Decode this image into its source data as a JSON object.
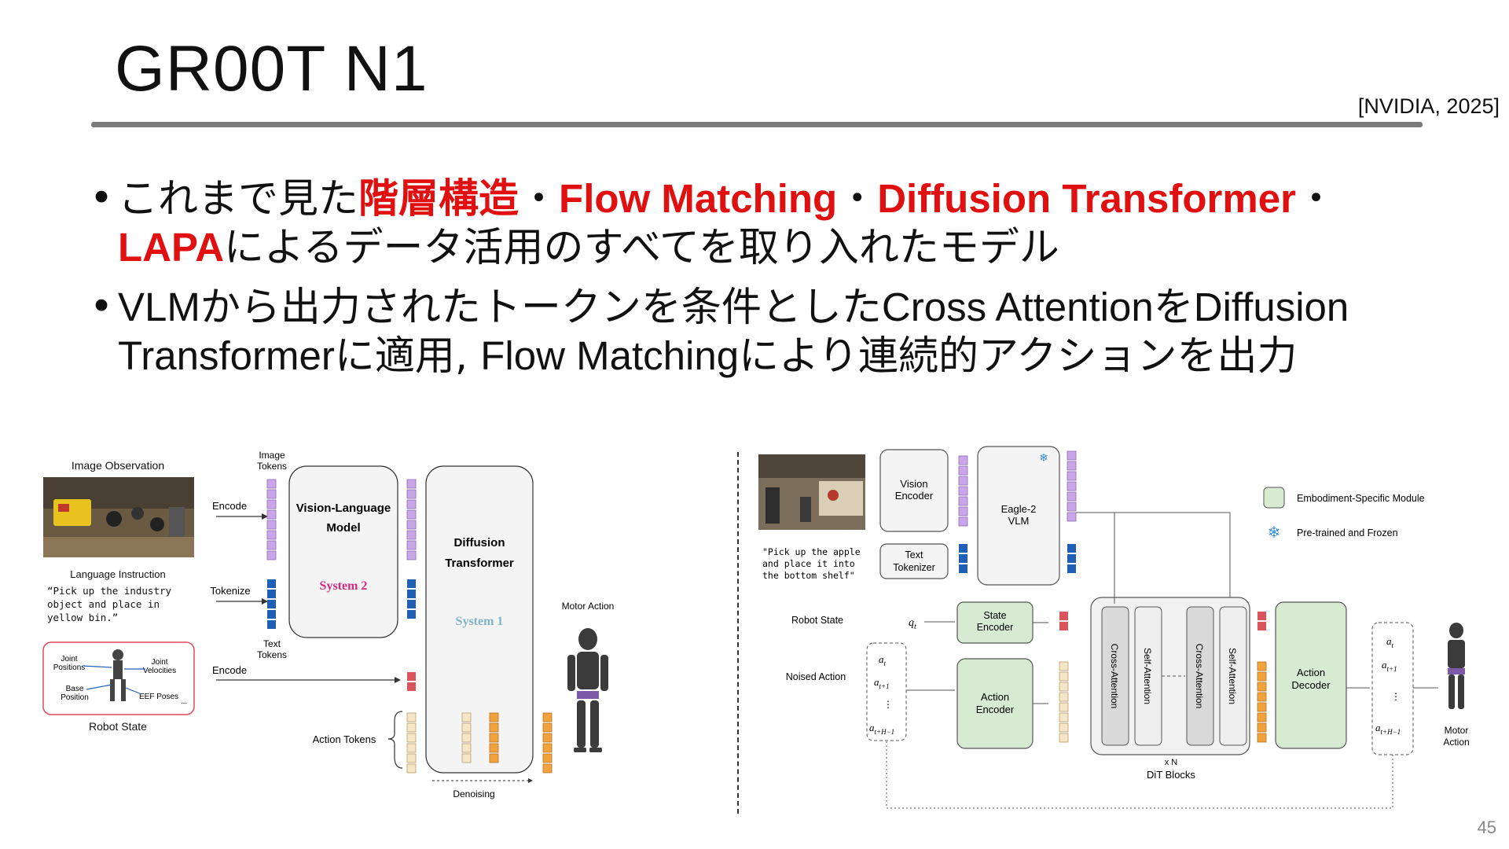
{
  "slide": {
    "title": "GR00T N1",
    "citation": "[NVIDIA, 2025]",
    "page_number": "45"
  },
  "bullets": [
    {
      "segments": [
        {
          "text": "これまで見た",
          "style": "normal"
        },
        {
          "text": "階層構造",
          "style": "red"
        },
        {
          "text": "・",
          "style": "normal"
        },
        {
          "text": "Flow Matching",
          "style": "red"
        },
        {
          "text": "・",
          "style": "normal"
        },
        {
          "text": "Diffusion Transformer",
          "style": "red"
        },
        {
          "text": "・",
          "style": "normal"
        },
        {
          "text": "LAPA",
          "style": "red"
        },
        {
          "text": "によるデータ活用のすべてを取り入れたモデル",
          "style": "normal"
        }
      ]
    },
    {
      "segments": [
        {
          "text": "VLM",
          "style": "en"
        },
        {
          "text": "から出力されたトークンを条件とした",
          "style": "normal"
        },
        {
          "text": "Cross Attention",
          "style": "en"
        },
        {
          "text": "を",
          "style": "normal"
        },
        {
          "text": "Diffusion Transformer",
          "style": "en"
        },
        {
          "text": "に適用, ",
          "style": "normal"
        },
        {
          "text": "Flow Matching",
          "style": "en"
        },
        {
          "text": "により連続的アクションを出力",
          "style": "normal"
        }
      ]
    }
  ],
  "left_diagram": {
    "image_observation": "Image Observation",
    "language_instruction": "Language Instruction",
    "instruction_text": [
      "“Pick up the industry",
      "object and place in",
      "yellow bin.”"
    ],
    "robot_state": "Robot State",
    "joint_positions": [
      "Joint",
      "Positions"
    ],
    "joint_velocities": [
      "Joint",
      "Velocities"
    ],
    "base_position": [
      "Base",
      "Position"
    ],
    "eef_poses": "EEF Poses",
    "ellipsis": "...",
    "encode_1": "Encode",
    "tokenize": "Tokenize",
    "encode_2": "Encode",
    "image_tokens": [
      "Image",
      "Tokens"
    ],
    "text_tokens": [
      "Text",
      "Tokens"
    ],
    "vlm": [
      "Vision-Language",
      "Model"
    ],
    "system2": "System 2",
    "dit": [
      "Diffusion",
      "Transformer"
    ],
    "system1": "System 1",
    "action_tokens": "Action Tokens",
    "denoising": "Denoising",
    "motor_action": "Motor Action"
  },
  "right_diagram": {
    "vision_encoder": [
      "Vision",
      "Encoder"
    ],
    "text_tokenizer": [
      "Text",
      "Tokenizer"
    ],
    "eagle": [
      "Eagle-2",
      "VLM"
    ],
    "instruction_text": [
      "\"Pick up the apple",
      "and place it into",
      "the bottom shelf\""
    ],
    "robot_state": "Robot State",
    "q_t": "q",
    "q_sub": "t",
    "state_encoder": [
      "State",
      "Encoder"
    ],
    "noised_action": "Noised Action",
    "action_encoder": [
      "Action",
      "Encoder"
    ],
    "noised_tokens": [
      "a",
      "a",
      "⋮",
      "a"
    ],
    "noised_subs": [
      "t",
      "t+1",
      "",
      "t+H−1"
    ],
    "cross_attention": "Cross-Attention",
    "self_attention": "Self-Attention",
    "times_n": "x N",
    "dit_blocks": "DiT Blocks",
    "action_decoder": [
      "Action",
      "Decoder"
    ],
    "output_tokens": [
      "a",
      "a",
      "⋮",
      "a"
    ],
    "output_subs": [
      "t",
      "t+1",
      "",
      "t+H−1"
    ],
    "motor_action": [
      "Motor",
      "Action"
    ],
    "legend_embodiment": "Embodiment-Specific Module",
    "legend_frozen": "Pre-trained and Frozen"
  },
  "colors": {
    "red": "#e01010",
    "system2": "#d6297d",
    "system1": "#7fb3c8",
    "purple_token": "#c9a6e8",
    "blue_token": "#1f5fb8",
    "red_token": "#d9545b",
    "orange_token": "#f0a23c",
    "beige_token": "#f6e6c8",
    "green_module": "#d7ead2"
  }
}
